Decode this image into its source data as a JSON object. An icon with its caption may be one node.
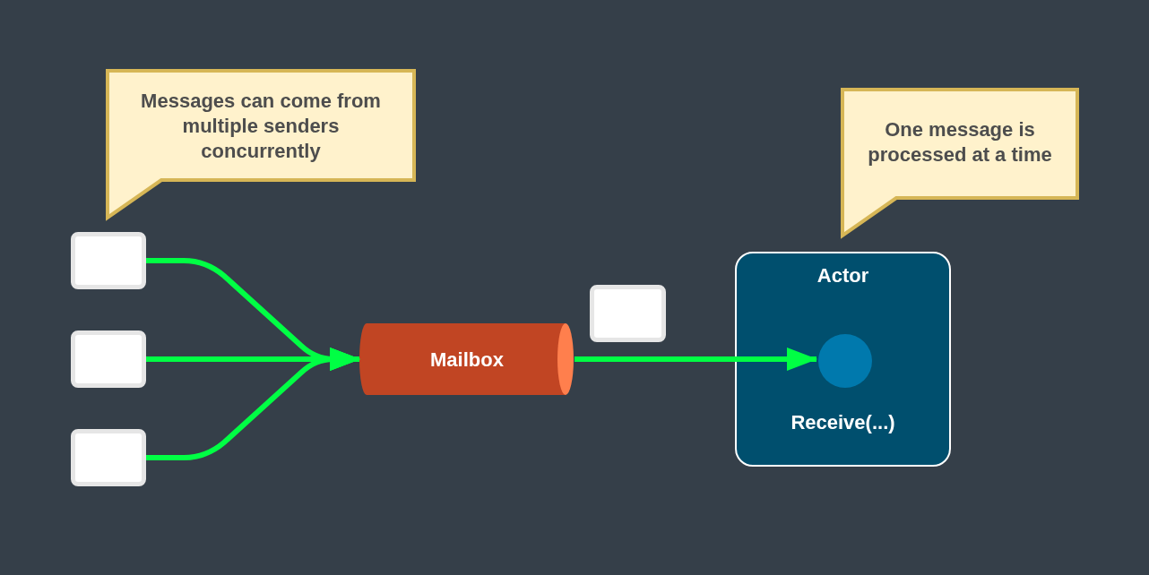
{
  "diagram": {
    "nodes": [
      {
        "text": [
          "Messages can come from multiple senders concurrently"
        ]
      },
      {
        "text": [],
        "shape": "box"
      },
      {
        "text": [],
        "shape": "box"
      },
      {
        "text": [],
        "shape": "box"
      },
      {
        "text": [
          "Mailbox"
        ]
      },
      {
        "text": [],
        "shape": "box"
      },
      {
        "text": [
          "One message is processed at a time"
        ]
      },
      {
        "text": [
          "Actor",
          "Receive(...)"
        ]
      },
      {
        "text": [],
        "shape": "circle",
        "in": 7
      }
    ],
    "edges": [
      {
        "from": 1,
        "to": 4,
        "arrow": "to"
      },
      {
        "from": 2,
        "to": 4,
        "arrow": "to"
      },
      {
        "from": 3,
        "to": 4,
        "arrow": "to"
      },
      {
        "from": 4,
        "to": 8,
        "arrow": "to"
      }
    ]
  }
}
